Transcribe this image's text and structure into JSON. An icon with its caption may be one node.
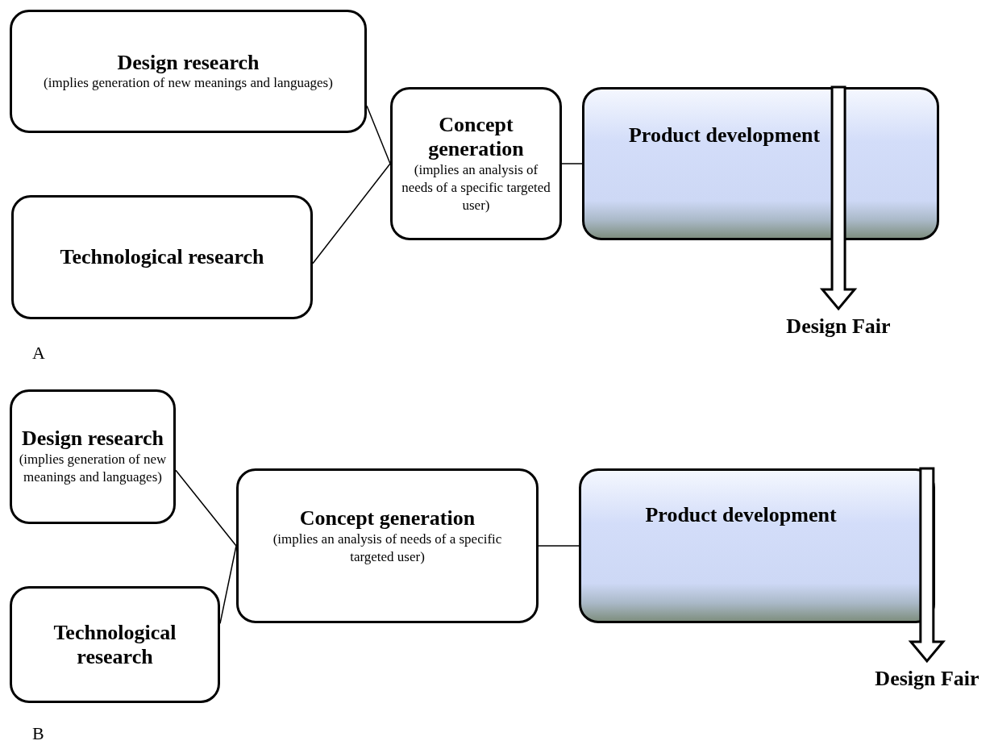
{
  "diagram": {
    "nodes": [
      {
        "text": [
          "Design research",
          "(implies generation of new meanings and languages)"
        ]
      },
      {
        "text": [
          "Technological research"
        ]
      },
      {
        "text": [
          "Concept generation",
          "(implies an analysis of needs of a specific targeted user)"
        ]
      },
      {
        "text": [
          "Product development"
        ]
      },
      {
        "text": [
          "Design Fair"
        ]
      },
      {
        "text": [
          "Design research",
          "(implies generation of new meanings and languages)"
        ]
      },
      {
        "text": [
          "Technological research"
        ]
      },
      {
        "text": [
          "Concept generation",
          "(implies an analysis of needs of a specific targeted user)"
        ]
      },
      {
        "text": [
          "Product development"
        ]
      },
      {
        "text": [
          "Design Fair"
        ]
      }
    ],
    "edges": [
      {
        "from": 0,
        "to": 2,
        "arrow": "none"
      },
      {
        "from": 1,
        "to": 2,
        "arrow": "none"
      },
      {
        "from": 2,
        "to": 3,
        "arrow": "none"
      },
      {
        "from": 3,
        "to": 4,
        "arrow": "to",
        "style": "thick"
      },
      {
        "from": 5,
        "to": 7,
        "arrow": "none"
      },
      {
        "from": 6,
        "to": 7,
        "arrow": "none"
      },
      {
        "from": 7,
        "to": 8,
        "arrow": "none"
      },
      {
        "from": 8,
        "to": 9,
        "arrow": "to",
        "style": "thick"
      }
    ],
    "labels": [
      "A",
      "B"
    ]
  }
}
